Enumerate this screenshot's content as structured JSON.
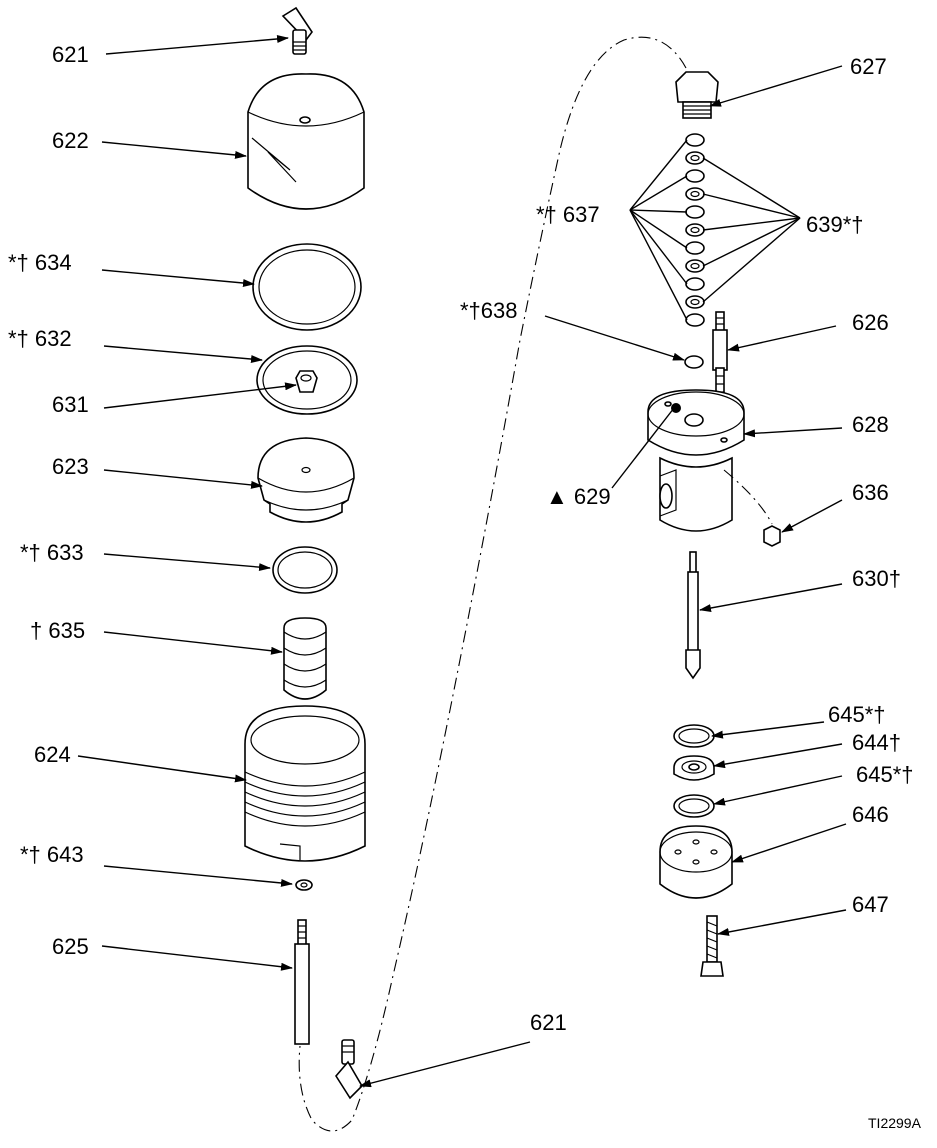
{
  "diagram": {
    "figure_id": "TI2299A",
    "callouts": [
      {
        "id": "c621a",
        "text": "621"
      },
      {
        "id": "c622",
        "text": "622"
      },
      {
        "id": "c634",
        "text": "*† 634"
      },
      {
        "id": "c632",
        "text": "*† 632"
      },
      {
        "id": "c631",
        "text": "631"
      },
      {
        "id": "c623",
        "text": "623"
      },
      {
        "id": "c633",
        "text": "*† 633"
      },
      {
        "id": "c635",
        "text": "† 635"
      },
      {
        "id": "c624",
        "text": "624"
      },
      {
        "id": "c643",
        "text": "*† 643"
      },
      {
        "id": "c625",
        "text": "625"
      },
      {
        "id": "c621b",
        "text": "621"
      },
      {
        "id": "c627",
        "text": "627"
      },
      {
        "id": "c637",
        "text": "*† 637"
      },
      {
        "id": "c639",
        "text": "639*†"
      },
      {
        "id": "c638",
        "text": "*†638"
      },
      {
        "id": "c626",
        "text": "626"
      },
      {
        "id": "c628",
        "text": "628"
      },
      {
        "id": "c629",
        "text": "▲ 629"
      },
      {
        "id": "c636",
        "text": "636"
      },
      {
        "id": "c630",
        "text": "630†"
      },
      {
        "id": "c645a",
        "text": "645*†"
      },
      {
        "id": "c644",
        "text": "644†"
      },
      {
        "id": "c645b",
        "text": "645*†"
      },
      {
        "id": "c646",
        "text": "646"
      },
      {
        "id": "c647",
        "text": "647"
      }
    ]
  }
}
